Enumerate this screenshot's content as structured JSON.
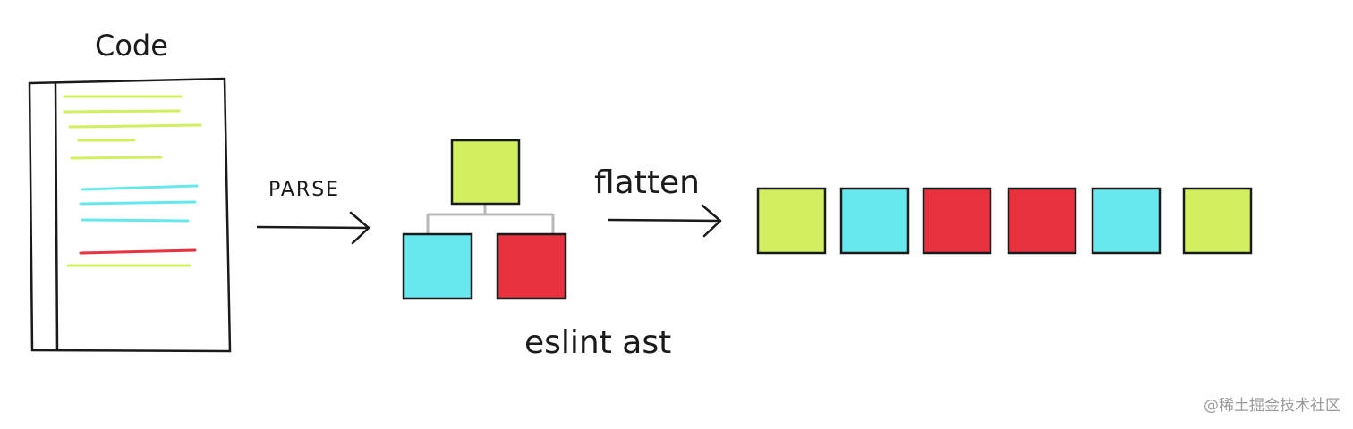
{
  "labels": {
    "code": "Code",
    "parse": "PARSE",
    "flatten": "flatten",
    "ast": "eslint ast"
  },
  "watermark": "@稀土掘金技术社区",
  "colors": {
    "green": "#d1ef5f",
    "cyan": "#67e8ee",
    "red": "#e8323f",
    "ink": "#1a1a1a",
    "connector": "#b8b8b8"
  },
  "code_lines": [
    "green",
    "green",
    "green",
    "green",
    "green",
    "cyan",
    "cyan",
    "cyan",
    "red",
    "green"
  ],
  "tree": {
    "root": "green",
    "children": [
      "cyan",
      "red"
    ]
  },
  "flattened": [
    "green",
    "cyan",
    "red",
    "red",
    "cyan",
    "green"
  ]
}
